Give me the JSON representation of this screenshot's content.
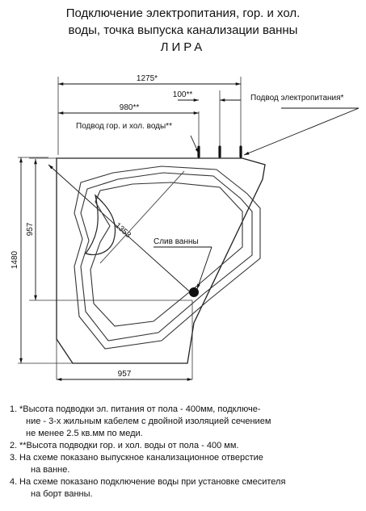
{
  "title": {
    "line1": "Подключение электропитания, гор. и хол.",
    "line2": "воды, точка выпуска канализации ванны",
    "line3": "ЛИРА"
  },
  "dimensions": {
    "d1275": "1275*",
    "d100": "100**",
    "d980": "980**",
    "d1353": "1353",
    "d957_left": "957",
    "d1480": "1480",
    "d957_bottom": "957"
  },
  "labels": {
    "power": "Подвод электропитания*",
    "water": "Подвод гор. и хол. воды**",
    "drain": "Слив ванны"
  },
  "notes": [
    {
      "num": "1.",
      "lines": [
        "*Высота подводки эл. питания от пола - 400мм, подключе-",
        "ние - 3-х жильным кабелем с двойной изоляцией сечением",
        "не менее 2.5 кв.мм по меди."
      ]
    },
    {
      "num": "2.",
      "lines": [
        "**Высота подводки гор. и хол. воды от пола - 400 мм."
      ]
    },
    {
      "num": "3.",
      "lines": [
        "На схеме показано выпускное канализационное отверстие",
        "на ванне."
      ]
    },
    {
      "num": "4.",
      "lines": [
        "На схеме показано подключение воды при установке смесителя",
        "на борт ванны."
      ]
    }
  ]
}
